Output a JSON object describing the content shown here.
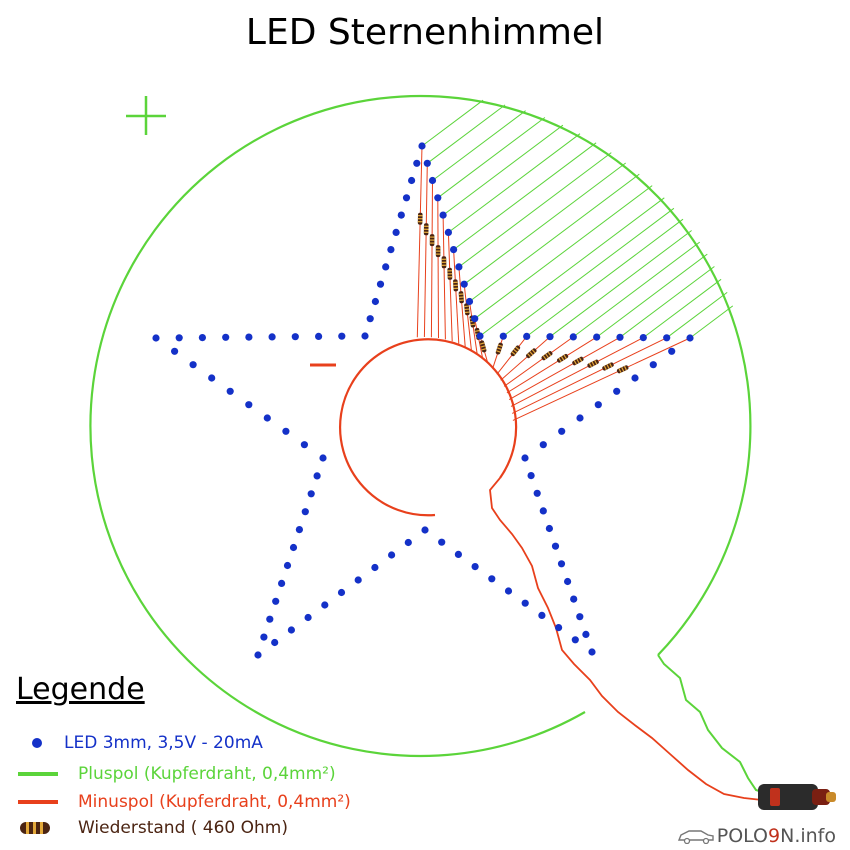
{
  "title": "LED Sternenhimmel",
  "symbols": {
    "plus": "+",
    "minus": "–"
  },
  "legend": {
    "heading": "Legende",
    "items": [
      {
        "key": "led",
        "label": "LED 3mm, 3,5V - 20mA",
        "color": "#1431c8"
      },
      {
        "key": "plus",
        "label": "Pluspol (Kupferdraht, 0,4mm²)",
        "color": "#5bd43a"
      },
      {
        "key": "minus",
        "label": "Minuspol  (Kupferdraht, 0,4mm²)",
        "color": "#e8401c"
      },
      {
        "key": "resistor",
        "label": "Wiederstand ( 460 Ohm)",
        "color": "#4b2412"
      }
    ]
  },
  "brand": {
    "prefix": "POLO",
    "digit": "9",
    "suffix": "N.info"
  },
  "colors": {
    "led": "#1431c8",
    "plus_wire": "#5bd43a",
    "minus_wire": "#e8401c",
    "resistor": "#4b2412",
    "resistor_band": "#e2a83a"
  },
  "icons": [
    "plus-sign-icon",
    "minus-sign-icon",
    "led-dot-icon",
    "resistor-icon",
    "cigarette-lighter-plug-icon",
    "car-icon"
  ]
}
